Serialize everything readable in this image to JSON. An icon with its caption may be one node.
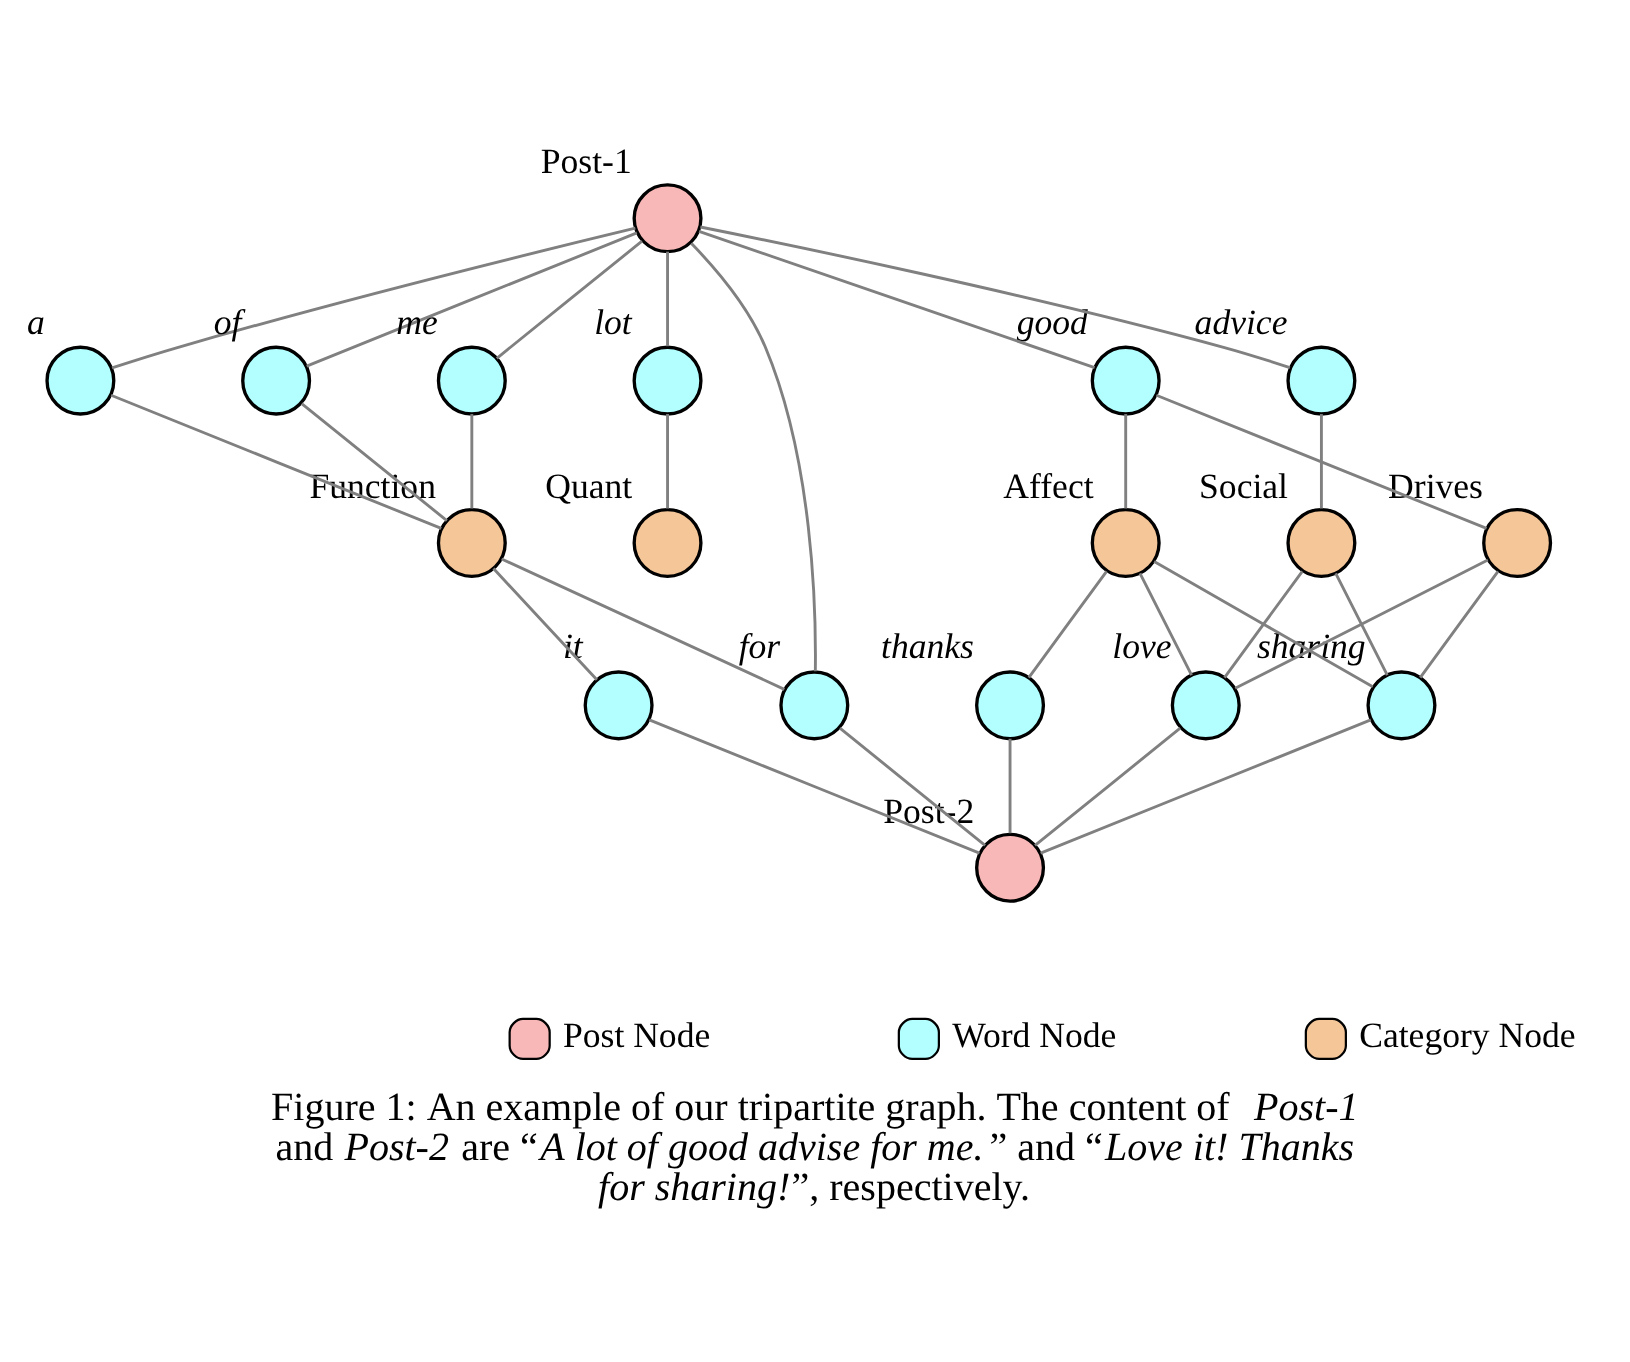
{
  "diagram": {
    "caption": "Figure 1: An example of our tripartite graph. The content of *Post-1* and *Post-2* are “*A lot of good advise for me.*” and “*Love it! Thanks for sharing!*”, respectively.",
    "nodes": [
      {
        "text": [
          "Post-1"
        ]
      },
      {
        "text": [
          "a"
        ]
      },
      {
        "text": [
          "of"
        ]
      },
      {
        "text": [
          "me"
        ]
      },
      {
        "text": [
          "lot"
        ]
      },
      {
        "text": [
          "good"
        ]
      },
      {
        "text": [
          "advice"
        ]
      },
      {
        "text": [
          "Function"
        ]
      },
      {
        "text": [
          "Quant"
        ]
      },
      {
        "text": [
          "Affect"
        ]
      },
      {
        "text": [
          "Social"
        ]
      },
      {
        "text": [
          "Drives"
        ]
      },
      {
        "text": [
          "it"
        ]
      },
      {
        "text": [
          "for"
        ]
      },
      {
        "text": [
          "thanks"
        ]
      },
      {
        "text": [
          "love"
        ]
      },
      {
        "text": [
          "sharing"
        ]
      },
      {
        "text": [
          "Post-2"
        ]
      }
    ],
    "edges": [
      {
        "from": 0,
        "to": 1,
        "arrow": "none"
      },
      {
        "from": 0,
        "to": 2,
        "arrow": "none"
      },
      {
        "from": 0,
        "to": 3,
        "arrow": "none"
      },
      {
        "from": 0,
        "to": 4,
        "arrow": "none"
      },
      {
        "from": 0,
        "to": 5,
        "arrow": "none"
      },
      {
        "from": 0,
        "to": 6,
        "arrow": "none"
      },
      {
        "from": 0,
        "to": 13,
        "arrow": "none"
      },
      {
        "from": 1,
        "to": 7,
        "arrow": "none"
      },
      {
        "from": 2,
        "to": 7,
        "arrow": "none"
      },
      {
        "from": 3,
        "to": 7,
        "arrow": "none"
      },
      {
        "from": 4,
        "to": 8,
        "arrow": "none"
      },
      {
        "from": 5,
        "to": 9,
        "arrow": "none"
      },
      {
        "from": 5,
        "to": 11,
        "arrow": "none"
      },
      {
        "from": 6,
        "to": 10,
        "arrow": "none"
      },
      {
        "from": 7,
        "to": 12,
        "arrow": "none"
      },
      {
        "from": 7,
        "to": 13,
        "arrow": "none"
      },
      {
        "from": 9,
        "to": 14,
        "arrow": "none"
      },
      {
        "from": 9,
        "to": 15,
        "arrow": "none"
      },
      {
        "from": 9,
        "to": 16,
        "arrow": "none"
      },
      {
        "from": 10,
        "to": 15,
        "arrow": "none"
      },
      {
        "from": 10,
        "to": 16,
        "arrow": "none"
      },
      {
        "from": 11,
        "to": 15,
        "arrow": "none"
      },
      {
        "from": 11,
        "to": 16,
        "arrow": "none"
      },
      {
        "from": 12,
        "to": 17,
        "arrow": "none"
      },
      {
        "from": 13,
        "to": 17,
        "arrow": "none"
      },
      {
        "from": 14,
        "to": 17,
        "arrow": "none"
      },
      {
        "from": 15,
        "to": 17,
        "arrow": "none"
      },
      {
        "from": 16,
        "to": 17,
        "arrow": "none"
      }
    ],
    "legend": [
      {
        "text": "Post Node",
        "color": "#f9b8b8"
      },
      {
        "text": "Word Node",
        "color": "#b3ffff"
      },
      {
        "text": "Category Node",
        "color": "#f5c698"
      }
    ]
  }
}
